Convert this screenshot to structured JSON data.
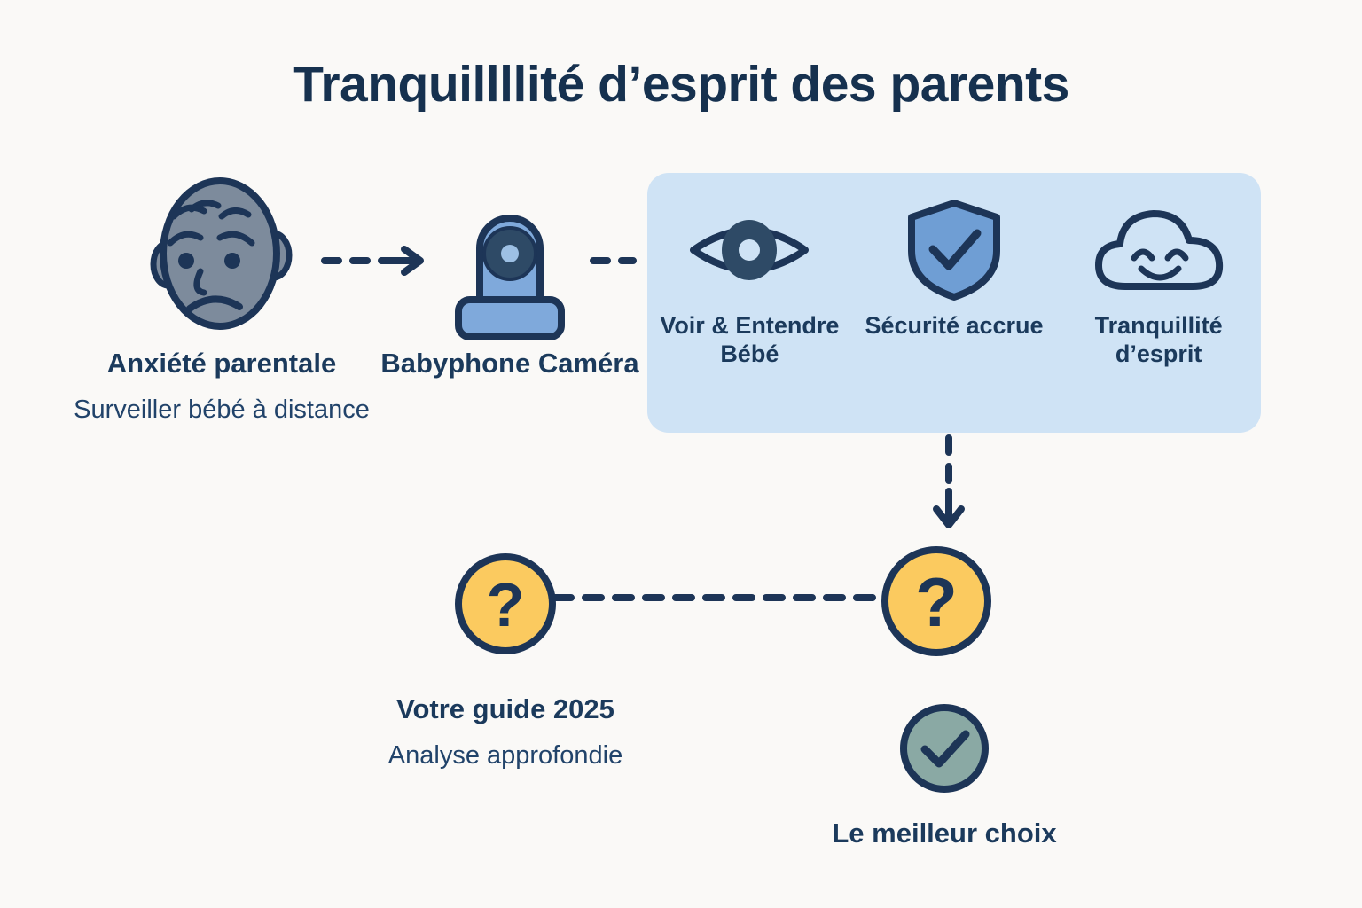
{
  "title": "Tranquillllité d’esprit des parents",
  "colors": {
    "background": "#faf9f7",
    "ink": "#1d3557",
    "ink_dark": "#16314f",
    "panel_blue": "#cfe3f5",
    "icon_blue": "#6f9ed4",
    "icon_grey": "#7d8b9c",
    "accent_yellow": "#fbca5f",
    "accent_green": "#8aa9a4"
  },
  "nodes": {
    "anxiety": {
      "icon": "worried-face-icon",
      "title": "Anxiété parentale",
      "subtitle": "Surveiller bébé à distance"
    },
    "camera": {
      "icon": "baby-monitor-camera-icon",
      "title": "Babyphone Caméra"
    },
    "guide": {
      "icon": "question-mark-circle-icon",
      "title": "Votre guide 2025",
      "subtitle": "Analyse approfondie"
    },
    "question": {
      "icon": "question-mark-circle-icon"
    },
    "best_choice": {
      "icon": "check-circle-icon",
      "title": "Le meilleur choix"
    }
  },
  "benefits_panel": {
    "items": [
      {
        "icon": "eye-icon",
        "label": "Voir & Entendre Bébé"
      },
      {
        "icon": "shield-check-icon",
        "label": "Sécurité accrue"
      },
      {
        "icon": "smiling-cloud-icon",
        "label": "Tranquillité d’esprit"
      }
    ]
  },
  "connectors": [
    {
      "name": "anxiety-to-camera",
      "style": "dashed-arrow",
      "direction": "right"
    },
    {
      "name": "camera-to-benefits",
      "style": "dashed",
      "direction": "right"
    },
    {
      "name": "benefits-to-question",
      "style": "dashed-arrow",
      "direction": "down"
    },
    {
      "name": "guide-to-question",
      "style": "dashed",
      "direction": "right"
    }
  ]
}
